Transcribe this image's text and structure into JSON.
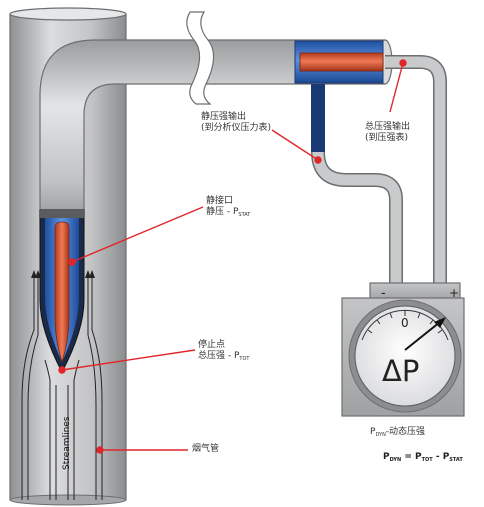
{
  "labels": {
    "static_output_line1": "静压强输出",
    "static_output_line2": "(到分析仪压力表)",
    "total_output_line1": "总压强输出",
    "total_output_line2": "(到压强表)",
    "static_port_line1": "静接口",
    "static_port_line2": "静压 - P",
    "static_sub": "STAT",
    "stop_point_line1": "停止点",
    "stop_point_line2": "总压强 - P",
    "tot_sub": "TOT",
    "flue_pipe": "烟气管",
    "streamlines": "Streamlines",
    "pdyn_label_prefix": "P",
    "pdyn_sub": "DYN",
    "pdyn_label_suffix": "-动态压强",
    "eq_p1": "P",
    "eq_dyn": "DYN",
    "eq_mid": " = P",
    "eq_tot": "TOT",
    "eq_minus": " - P",
    "eq_stat": "STAT",
    "gauge_zero": "0",
    "gauge_minus": "-",
    "gauge_plus": "+",
    "gauge_delta_p": "ΔP"
  },
  "colors": {
    "pipe_gray": "#c9cacc",
    "pipe_edge": "#6d6e70",
    "static_blue": "#3a6fc4",
    "total_red": "#d3502f",
    "leader_red": "#e0262b",
    "tube_dark": "#1c2a4a"
  }
}
